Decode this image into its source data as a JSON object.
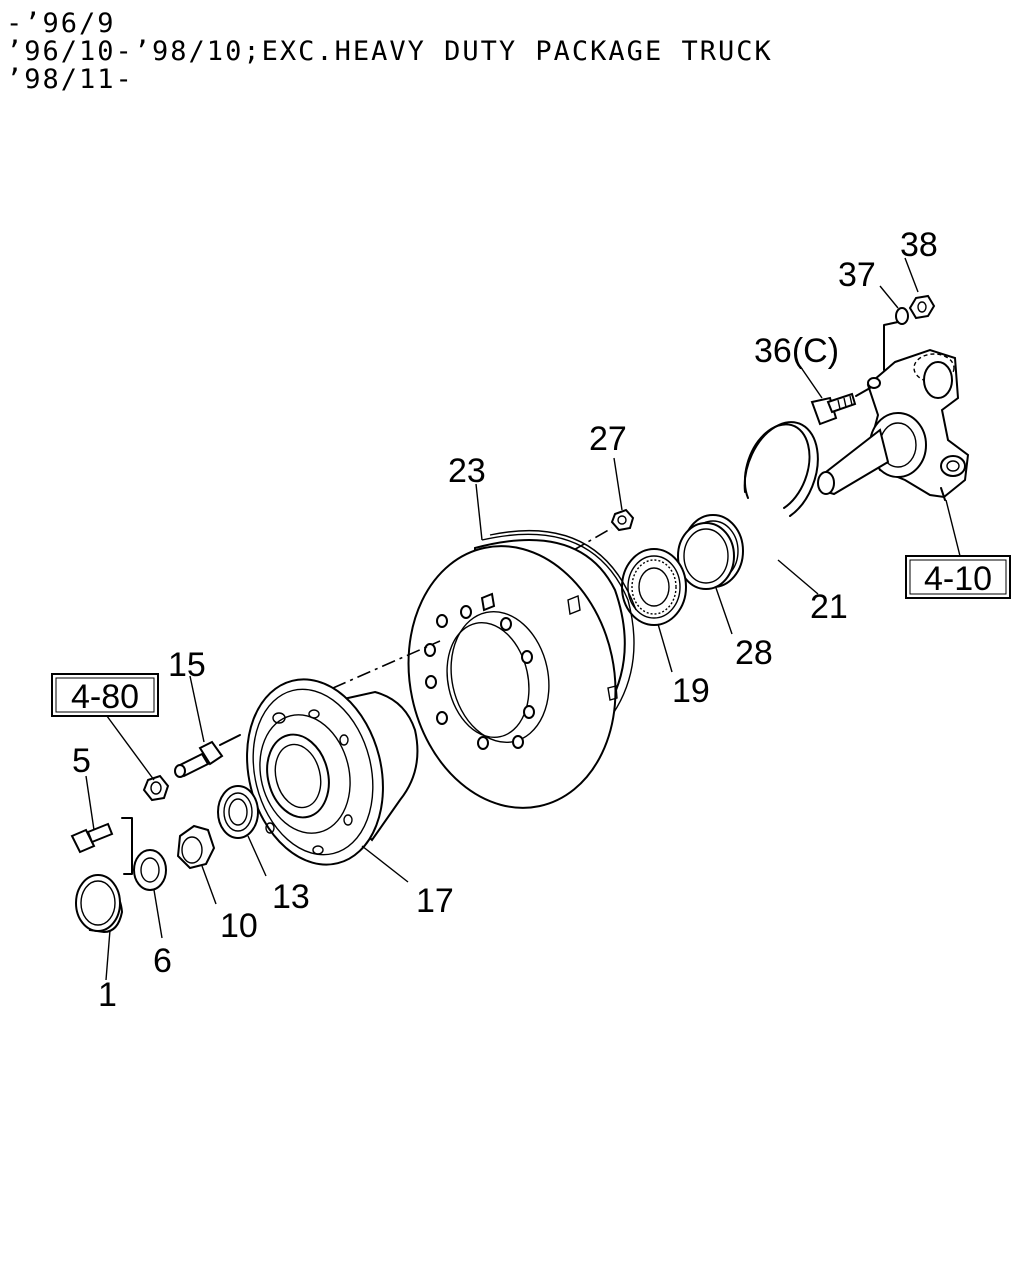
{
  "header": {
    "line1": "-’96/9",
    "line2": "’96/10-’98/10;EXC.HEAVY DUTY PACKAGE TRUCK",
    "line3": "’98/11-"
  },
  "callouts": {
    "c1": "1",
    "c5": "5",
    "c6": "6",
    "c10": "10",
    "c13": "13",
    "c15": "15",
    "c17": "17",
    "c19": "19",
    "c21": "21",
    "c23": "23",
    "c27": "27",
    "c28": "28",
    "c36": "36(C)",
    "c37": "37",
    "c38": "38"
  },
  "refs": {
    "r480": "4-80",
    "r410": "4-10"
  }
}
